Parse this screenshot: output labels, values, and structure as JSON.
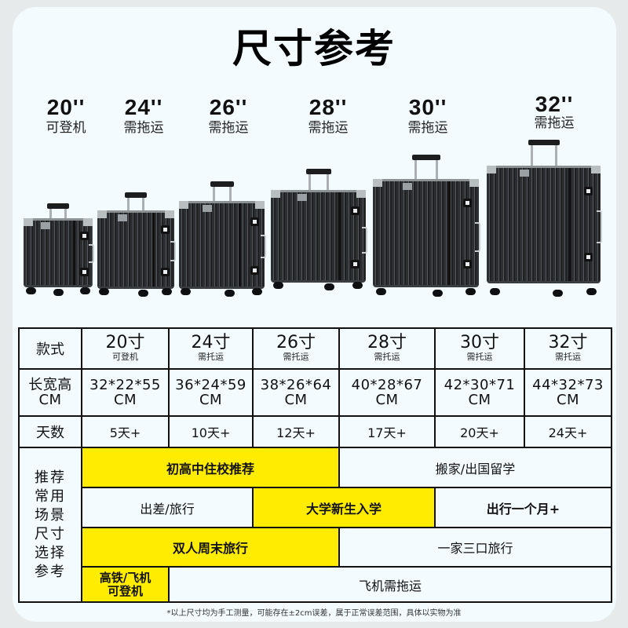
{
  "title": "尺寸参考",
  "sizes": [
    {
      "size": "20''",
      "sub": "可登机"
    },
    {
      "size": "24''",
      "sub": "需拖运"
    },
    {
      "size": "26''",
      "sub": "需拖运"
    },
    {
      "size": "28''",
      "sub": "需拖运"
    },
    {
      "size": "30''",
      "sub": "需拖运"
    },
    {
      "size": "32''",
      "sub": "需拖运"
    }
  ],
  "colors": {
    "background": "#e7eaeb",
    "card": "#f3fbff",
    "highlight": "#ffec00",
    "border": "#111111"
  },
  "table": {
    "row_headers": {
      "style": "款式",
      "dimensions": "长宽高\nCM",
      "days": "天数",
      "scenarios": "推荐常用场景尺寸选择参考"
    },
    "dimensions_label_1": "长宽高",
    "dimensions_label_2": "CM",
    "scenario_label_lines": [
      "推荐",
      "常用",
      "场景",
      "尺寸",
      "选择",
      "参考"
    ],
    "columns": [
      {
        "size": "20寸",
        "sub": "可登机",
        "dims": "32*22*55",
        "unit": "CM",
        "days": "5天+"
      },
      {
        "size": "24寸",
        "sub": "需托运",
        "dims": "36*24*59",
        "unit": "CM",
        "days": "10天+"
      },
      {
        "size": "26寸",
        "sub": "需托运",
        "dims": "38*26*64",
        "unit": "CM",
        "days": "12天+"
      },
      {
        "size": "28寸",
        "sub": "需托运",
        "dims": "40*28*67",
        "unit": "CM",
        "days": "17天+"
      },
      {
        "size": "30寸",
        "sub": "需托运",
        "dims": "42*30*71",
        "unit": "CM",
        "days": "20天+"
      },
      {
        "size": "32寸",
        "sub": "需托运",
        "dims": "44*32*73",
        "unit": "CM",
        "days": "24天+"
      }
    ],
    "scenarios": [
      [
        {
          "text": "初高中住校推荐",
          "span": "20-26寸",
          "highlight": true
        },
        {
          "text": "搬家/出国留学",
          "span": "28-32寸",
          "highlight": false
        }
      ],
      [
        {
          "text": "出差/旅行",
          "span": "20-24寸",
          "highlight": false
        },
        {
          "text": "大学新生入学",
          "span": "26-28寸",
          "highlight": true
        },
        {
          "text": "出行一个月+",
          "span": "30-32寸",
          "highlight": false
        }
      ],
      [
        {
          "text": "双人周末旅行",
          "span": "20-26寸",
          "highlight": true
        },
        {
          "text": "一家三口旅行",
          "span": "28-32寸",
          "highlight": false
        }
      ],
      [
        {
          "text_1": "高铁/飞机",
          "text_2": "可登机",
          "span": "20寸",
          "highlight": true
        },
        {
          "text": "飞机需拖运",
          "span": "24-32寸",
          "highlight": false
        }
      ]
    ]
  },
  "footnote": "*以上尺寸均为手工测量，可能存在±2cm误差，属于正常误差范围，具体以实物为准"
}
